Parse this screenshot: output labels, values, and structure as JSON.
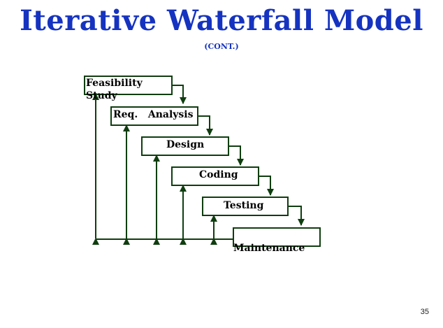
{
  "slide": {
    "title": "Iterative Waterfall Model",
    "subtitle": "(CONT.)",
    "page_number": "35"
  },
  "diagram": {
    "line_color": "#0f3d0f",
    "title_color": "#1533c0",
    "phases": [
      {
        "label_line1": "Feasibility",
        "label_line2": "Study"
      },
      {
        "label": "Req.   Analysis"
      },
      {
        "label": "Design"
      },
      {
        "label": "Coding"
      },
      {
        "label": "Testing"
      },
      {
        "label": "Maintenance"
      }
    ]
  }
}
